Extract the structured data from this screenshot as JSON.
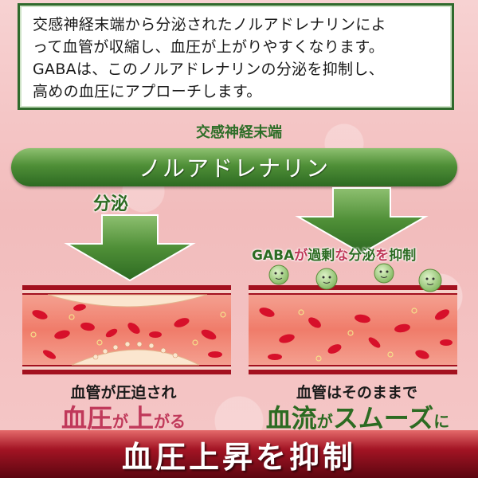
{
  "intro_lines": [
    "交感神経末端から分泌されたノルアドレナリンによ",
    "って血管が収縮し、血圧が上がりやすくなります。",
    "GABAは、このノルアドレナリンの分泌を抑制し、",
    "高めの血圧にアプローチします。"
  ],
  "label_top": "交感神経末端",
  "nor_label": "ノルアドレナリン",
  "bunpi_label": "分泌",
  "gaba_line": {
    "p1": "GABA",
    "p2": "が",
    "p3": "過剰",
    "p4": "な",
    "p5": "分泌",
    "p6": "を",
    "p7": "抑制"
  },
  "left_caption": {
    "line1": "血管が圧迫され",
    "big1": "血圧",
    "small1": "が",
    "big2": "上",
    "small2": "がる"
  },
  "right_caption": {
    "line1": "血管はそのままで",
    "big1": "血流",
    "small1": "が",
    "big2": "スムーズ",
    "small2": "に"
  },
  "banner": "血圧上昇を抑制",
  "colors": {
    "green": "#2c6b22",
    "pink": "#c0395a",
    "vessel_wall": "#a3111f",
    "vessel_inner": "#f08a7a"
  }
}
